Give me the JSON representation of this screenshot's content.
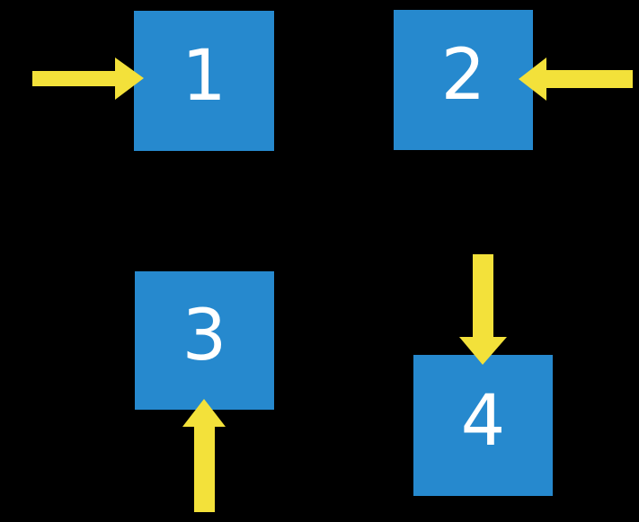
{
  "colors": {
    "background": "#000000",
    "square": "#2689CE",
    "arrow": "#F3E13A",
    "number": "#FFFFFF"
  },
  "squares": [
    {
      "label": "1"
    },
    {
      "label": "2"
    },
    {
      "label": "3"
    },
    {
      "label": "4"
    }
  ],
  "arrows": [
    {
      "icon": "arrow-right-icon",
      "direction": "right",
      "points_at_square": "1"
    },
    {
      "icon": "arrow-left-icon",
      "direction": "left",
      "points_at_square": "2"
    },
    {
      "icon": "arrow-up-icon",
      "direction": "up",
      "points_at_square": "3"
    },
    {
      "icon": "arrow-down-icon",
      "direction": "down",
      "points_at_square": "4"
    }
  ]
}
